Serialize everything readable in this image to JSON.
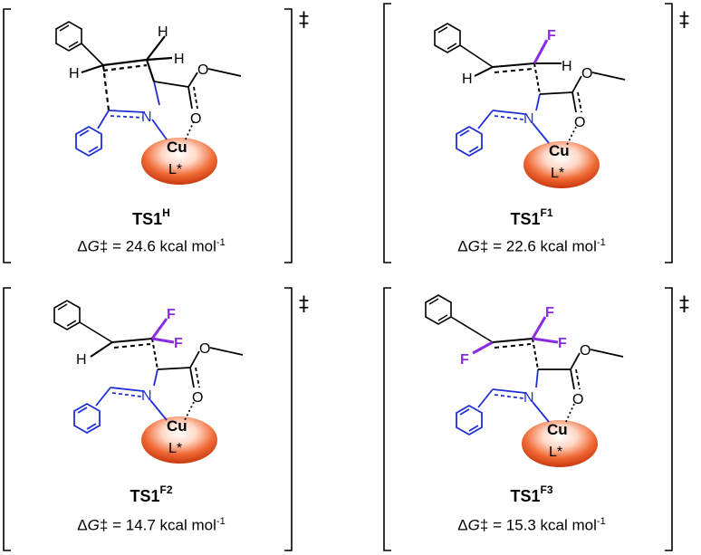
{
  "dagger_symbol": "‡",
  "atoms": {
    "cu": "Cu",
    "ligand": "L*",
    "h": "H",
    "f": "F",
    "n": "N",
    "o": "O"
  },
  "energy_prefix": "ΔG",
  "energy_equals": "‡ = ",
  "energy_unit_base": " kcal mol",
  "energy_unit_exp": "-1",
  "panels": [
    {
      "ts_base": "TS1",
      "ts_sup": "H",
      "energy_value": "24.6"
    },
    {
      "ts_base": "TS1",
      "ts_sup": "F1",
      "energy_value": "22.6"
    },
    {
      "ts_base": "TS1",
      "ts_sup": "F2",
      "energy_value": "14.7"
    },
    {
      "ts_base": "TS1",
      "ts_sup": "F3",
      "energy_value": "15.3"
    }
  ],
  "colors": {
    "bracket": "#000000",
    "imine_blue": "#1f2fd6",
    "fluorine_purple": "#8a2be2",
    "copper_orange": "#e8501e",
    "bond_black": "#000000"
  }
}
